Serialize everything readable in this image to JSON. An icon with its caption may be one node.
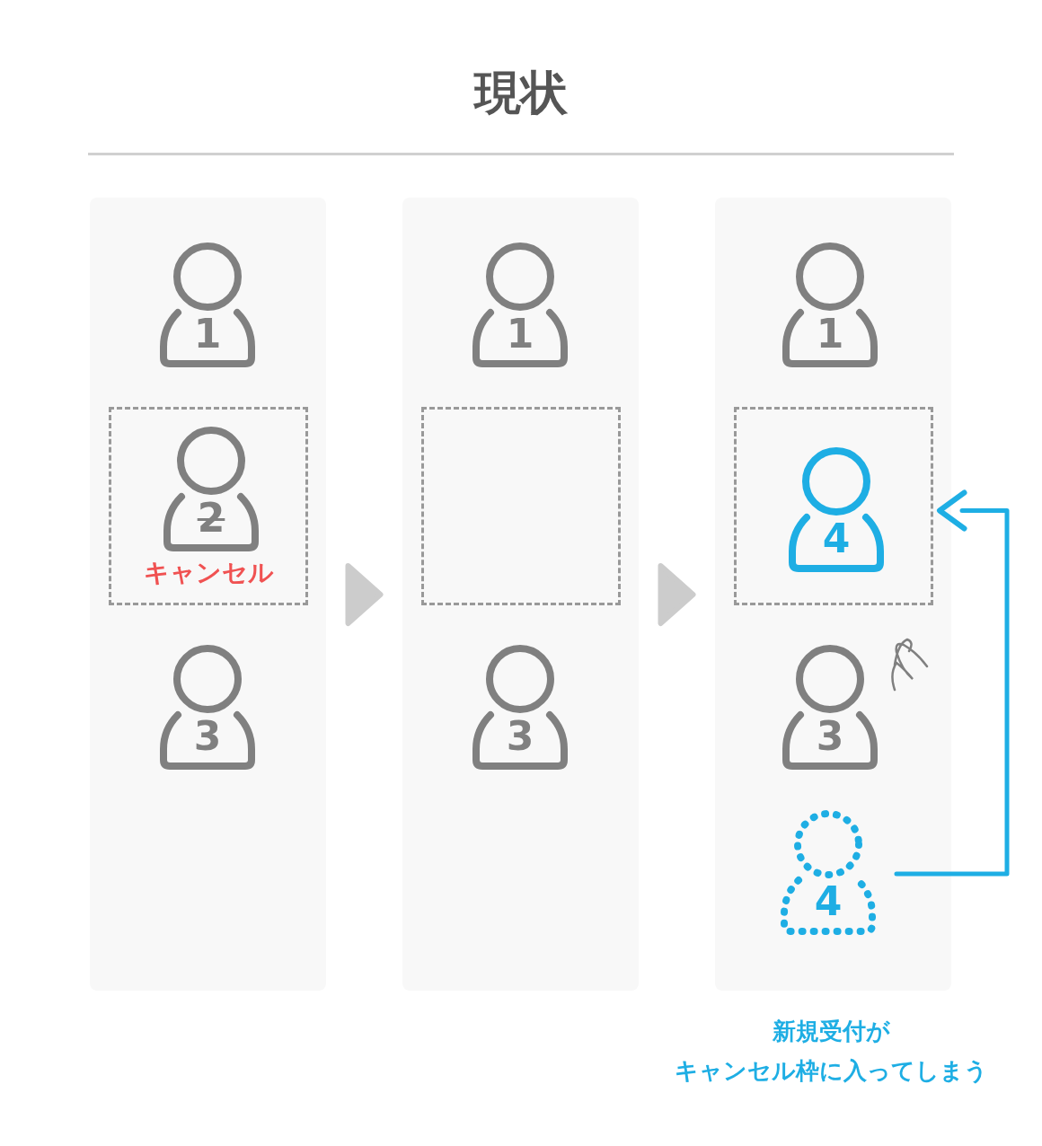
{
  "diagram": {
    "title": "現状",
    "nodes": [
      {
        "text": [],
        "shape": "box"
      },
      {
        "text": [
          "1"
        ],
        "in": 0
      },
      {
        "text": [
          "キャンセル"
        ],
        "in": 0
      },
      {
        "text": [
          "2"
        ],
        "in": 2
      },
      {
        "text": [
          "3"
        ],
        "in": 0
      },
      {
        "text": [],
        "shape": "box"
      },
      {
        "text": [
          "1"
        ],
        "in": 5
      },
      {
        "text": [],
        "shape": "box",
        "in": 5
      },
      {
        "text": [
          "3"
        ],
        "in": 5
      },
      {
        "text": [],
        "shape": "box"
      },
      {
        "text": [
          "1"
        ],
        "in": 9
      },
      {
        "text": [],
        "shape": "box",
        "in": 9
      },
      {
        "text": [
          "4"
        ],
        "in": 11
      },
      {
        "text": [
          "3"
        ],
        "in": 9
      },
      {
        "text": [
          "4"
        ],
        "in": 9
      }
    ],
    "edges": [
      {
        "from": 0,
        "to": 5,
        "arrow": "to"
      },
      {
        "from": 5,
        "to": 9,
        "arrow": "to"
      },
      {
        "from": 14,
        "to": 11,
        "arrow": "to",
        "color": "#1eaee4"
      }
    ],
    "labels": [
      "新規受付がキャンセル枠に入ってしまう"
    ]
  }
}
